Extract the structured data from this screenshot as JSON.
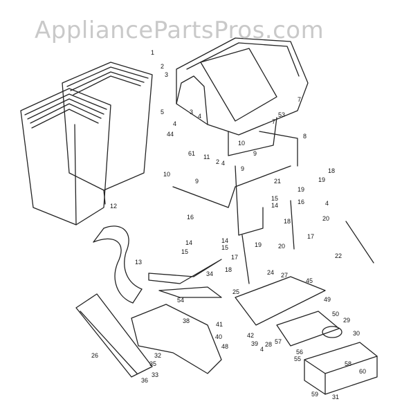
{
  "watermark": "AppliancePartsPros.com",
  "callouts": [
    "1",
    "2",
    "3",
    "5",
    "3",
    "4",
    "4",
    "44",
    "7",
    "7",
    "53",
    "10",
    "8",
    "9",
    "61",
    "11",
    "2",
    "4",
    "9",
    "10",
    "9",
    "21",
    "15",
    "14",
    "16",
    "18",
    "19",
    "19",
    "4",
    "20",
    "18",
    "12",
    "16",
    "14",
    "15",
    "13",
    "14",
    "15",
    "17",
    "19",
    "20",
    "17",
    "22",
    "18",
    "24",
    "27",
    "25",
    "34",
    "54",
    "45",
    "49",
    "38",
    "41",
    "42",
    "40",
    "48",
    "39",
    "4",
    "50",
    "29",
    "28",
    "57",
    "58",
    "56",
    "55",
    "30",
    "59",
    "31",
    "26",
    "32",
    "35",
    "33",
    "36",
    "60"
  ]
}
